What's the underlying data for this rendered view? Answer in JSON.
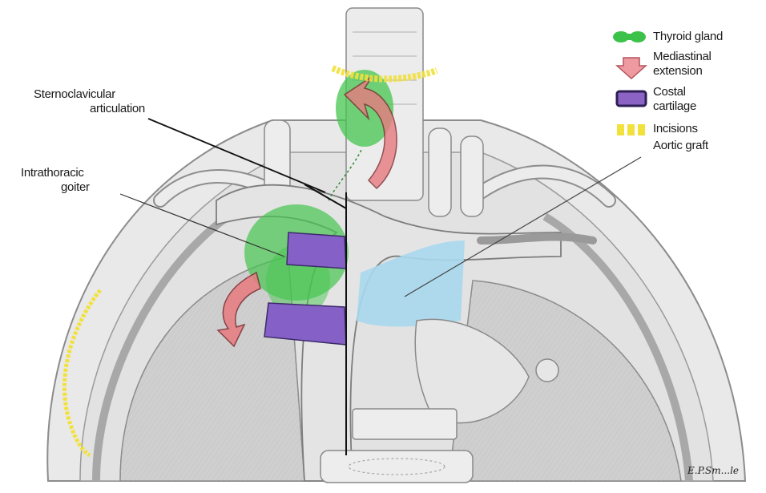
{
  "labels": {
    "sternoclavicular": [
      "Sternoclavicular",
      "articulation"
    ],
    "intrathoracic": [
      "Intrathoracic",
      "goiter"
    ]
  },
  "legend": [
    {
      "key": "thyroid",
      "lines": [
        "Thyroid gland"
      ],
      "color": "#3cc24a"
    },
    {
      "key": "mediastinal",
      "lines": [
        "Mediastinal",
        "extension"
      ],
      "color": "#e0707a"
    },
    {
      "key": "costal",
      "lines": [
        "Costal",
        "cartilage"
      ],
      "color": "#8a63c4"
    },
    {
      "key": "incisions",
      "lines": [
        "Incisions"
      ],
      "color": "#f2e13a"
    },
    {
      "key": "aortic",
      "lines": [
        "Aortic graft"
      ],
      "color": ""
    }
  ],
  "signature": "E.P.Sm...le"
}
